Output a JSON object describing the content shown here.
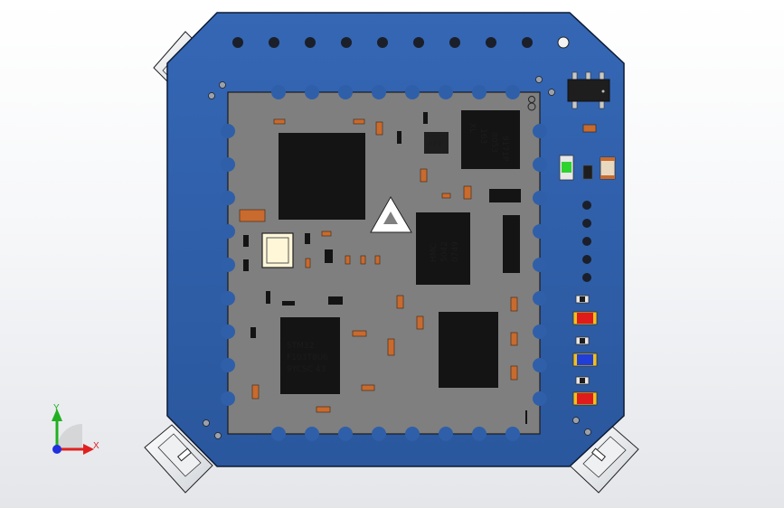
{
  "colors": {
    "board_blue": "#2f5fa8",
    "board_edge": "#0d1a33",
    "module_gray": "#7f7f7f",
    "chip_black": "#141414",
    "smd_orange": "#c96a2e",
    "led_green": "#2ed32e",
    "led_red": "#e01b1b",
    "led_blue": "#1f3fd8",
    "axis_x": "#e02020",
    "axis_y": "#20b020",
    "axis_z": "#2030e0"
  },
  "chips": {
    "mcu_text": [
      "STM32",
      "F103T8U6",
      "9YCSC 43"
    ],
    "hmc_text": [
      "HMC",
      "5042",
      "0749"
    ],
    "xl_text": [
      "XL",
      "163",
      "8053",
      "9171P"
    ],
    "small_chip": "APF"
  },
  "leds": [
    "green-led",
    "red-led",
    "blue-led",
    "red-led"
  ],
  "axis": {
    "x_label": "X",
    "y_label": "Y"
  }
}
